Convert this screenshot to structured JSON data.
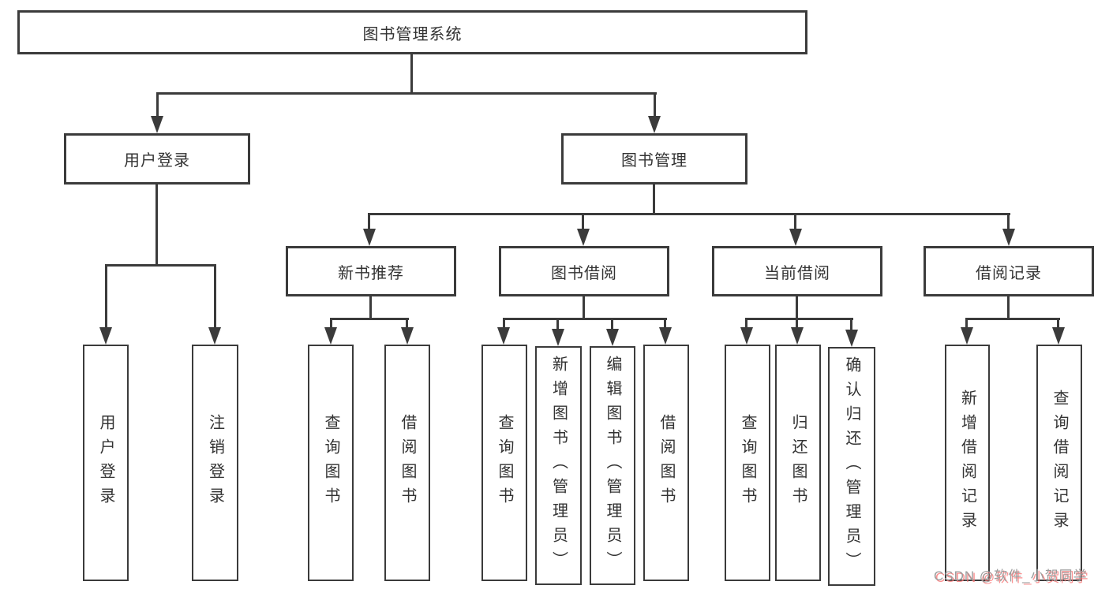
{
  "diagram": {
    "root": {
      "label": "图书管理系统"
    },
    "level2": [
      {
        "label": "用户登录"
      },
      {
        "label": "图书管理"
      }
    ],
    "level3": [
      {
        "label": "新书推荐"
      },
      {
        "label": "图书借阅"
      },
      {
        "label": "当前借阅"
      },
      {
        "label": "借阅记录"
      }
    ],
    "groups": {
      "login": [
        "用户登录",
        "注销登录"
      ],
      "recommend": [
        "查询图书",
        "借阅图书"
      ],
      "borrow": [
        "查询图书",
        "新增图书（管理员）",
        "编辑图书（管理员）",
        "借阅图书"
      ],
      "current": [
        "查询图书",
        "归还图书",
        "确认归还（管理员）"
      ],
      "record": [
        "新增借阅记录",
        "查询借阅记录"
      ]
    },
    "colors": {
      "line": "#3b3b3b",
      "text": "#333333",
      "watermark_gray": "#9c9c9c",
      "watermark_red": "#fa7d7d",
      "background": "#ffffff"
    },
    "watermark": {
      "text": "CSDN @软件_小贺同学"
    }
  }
}
